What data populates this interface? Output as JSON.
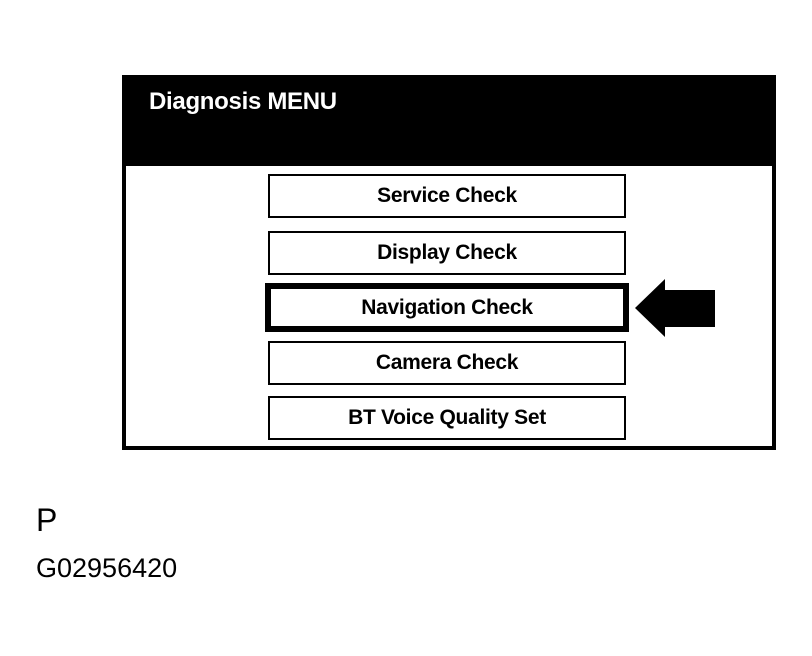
{
  "figure": {
    "panel_label": "P",
    "figure_id": "G02956420"
  },
  "screen": {
    "title": "Diagnosis MENU",
    "menu_buttons": [
      {
        "label": "Service Check",
        "selected": false
      },
      {
        "label": "Display Check",
        "selected": false
      },
      {
        "label": "Navigation Check",
        "selected": true
      },
      {
        "label": "Camera Check",
        "selected": false
      },
      {
        "label": "BT Voice Quality Set",
        "selected": false
      }
    ]
  },
  "annotation": {
    "arrow_icon": "arrow-left",
    "points_to": "Navigation Check"
  },
  "colors": {
    "page_background": "#ffffff",
    "header_background": "#000000",
    "header_text": "#ffffff",
    "button_background": "#ffffff",
    "button_border": "#000000",
    "button_text": "#000000",
    "arrow_fill": "#000000"
  }
}
